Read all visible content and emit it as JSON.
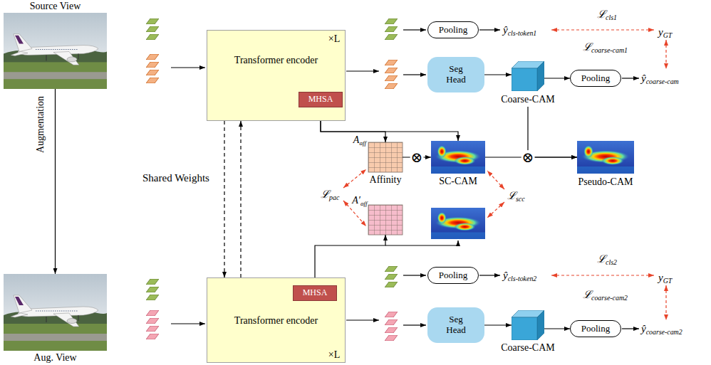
{
  "diagram": {
    "nodes": [
      {
        "text": [
          "Source View"
        ]
      },
      {
        "text": [
          "Transformer encoder",
          "×L"
        ]
      },
      {
        "text": [
          "MHSA"
        ],
        "in": 1
      },
      {
        "text": [
          "Pooling"
        ]
      },
      {
        "text": [
          "Seg Head"
        ]
      },
      {
        "text": [
          "Coarse-CAM"
        ]
      },
      {
        "text": [
          "Pooling"
        ]
      },
      {
        "text": [
          "Aaff",
          "Affinity"
        ]
      },
      {
        "text": [
          "SC-CAM"
        ]
      },
      {
        "text": [
          "Pseudo-CAM"
        ]
      },
      {
        "text": [
          "A′aff"
        ]
      },
      {
        "text": [
          "Aug. View"
        ]
      },
      {
        "text": [
          "Transformer encoder",
          "×L"
        ]
      },
      {
        "text": [
          "MHSA"
        ],
        "in": 12
      },
      {
        "text": [
          "Pooling"
        ]
      },
      {
        "text": [
          "Seg Head"
        ]
      },
      {
        "text": [
          "Coarse-CAM"
        ]
      },
      {
        "text": [
          "Pooling"
        ]
      }
    ],
    "edges": [
      {
        "from": 0,
        "to": 11,
        "arrow": "to",
        "label": "Augmentation"
      },
      {
        "from": 1,
        "to": 12,
        "arrow": "to"
      },
      {
        "from": 12,
        "to": 1,
        "arrow": "to"
      },
      {
        "from": 2,
        "to": 7,
        "arrow": "to"
      },
      {
        "from": 2,
        "to": 8,
        "arrow": "to"
      },
      {
        "from": 7,
        "to": 8,
        "arrow": "to",
        "label": "⊗"
      },
      {
        "from": 8,
        "to": 9,
        "arrow": "to",
        "label": "⊗"
      },
      {
        "from": 5,
        "to": 9,
        "arrow": "to"
      },
      {
        "from": 4,
        "to": 5,
        "arrow": "to"
      },
      {
        "from": 5,
        "to": 6,
        "arrow": "to"
      },
      {
        "from": 13,
        "to": 10,
        "arrow": "to"
      },
      {
        "from": 15,
        "to": 16,
        "arrow": "to"
      },
      {
        "from": 16,
        "to": 17,
        "arrow": "to"
      }
    ],
    "labels": [
      "ŷcls-token1",
      "ℒcls1",
      "yGT",
      "ℒcoarse-cam1",
      "ŷcoarse-cam",
      "ℒpac",
      "ℒscc",
      "Shared Weights",
      "ŷcls-token2",
      "ℒcls2",
      "yGT",
      "ℒcoarse-cam2",
      "ŷcoarse-cam2"
    ]
  }
}
